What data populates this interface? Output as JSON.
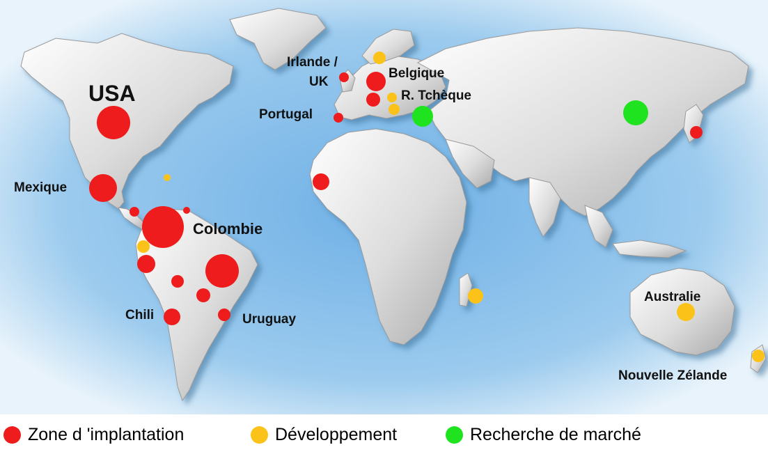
{
  "colors": {
    "implantation": "#ee1c1c",
    "developpement": "#fbc21a",
    "recherche": "#1fe31f",
    "ocean": "#8dc3ea",
    "land": "#e2e2e2"
  },
  "labels": {
    "usa": "USA",
    "mexique": "Mexique",
    "colombie": "Colombie",
    "chili": "Chili",
    "uruguay": "Uruguay",
    "irlande": "Irlande /",
    "uk": "UK",
    "belgique": "Belgique",
    "tcheque": "R. Tchèque",
    "portugal": "Portugal",
    "australie": "Australie",
    "nz": "Nouvelle Zélande"
  },
  "legend": {
    "implantation": "Zone d 'implantation",
    "developpement": "Développement",
    "recherche": "Recherche de marché"
  }
}
